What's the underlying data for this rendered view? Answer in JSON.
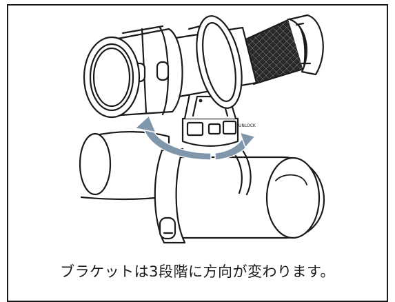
{
  "caption": "ブラケットは3段階に方向が変わります。",
  "bracket_label": "UNLOCK",
  "colors": {
    "line": "#1a1a1a",
    "arrow": "#7f96ab",
    "knurl": "#2b2b2b",
    "background": "#ffffff"
  },
  "icons": [
    "flashlight",
    "handlebar",
    "bracket",
    "rotation-arrow",
    "rubber-strap"
  ]
}
